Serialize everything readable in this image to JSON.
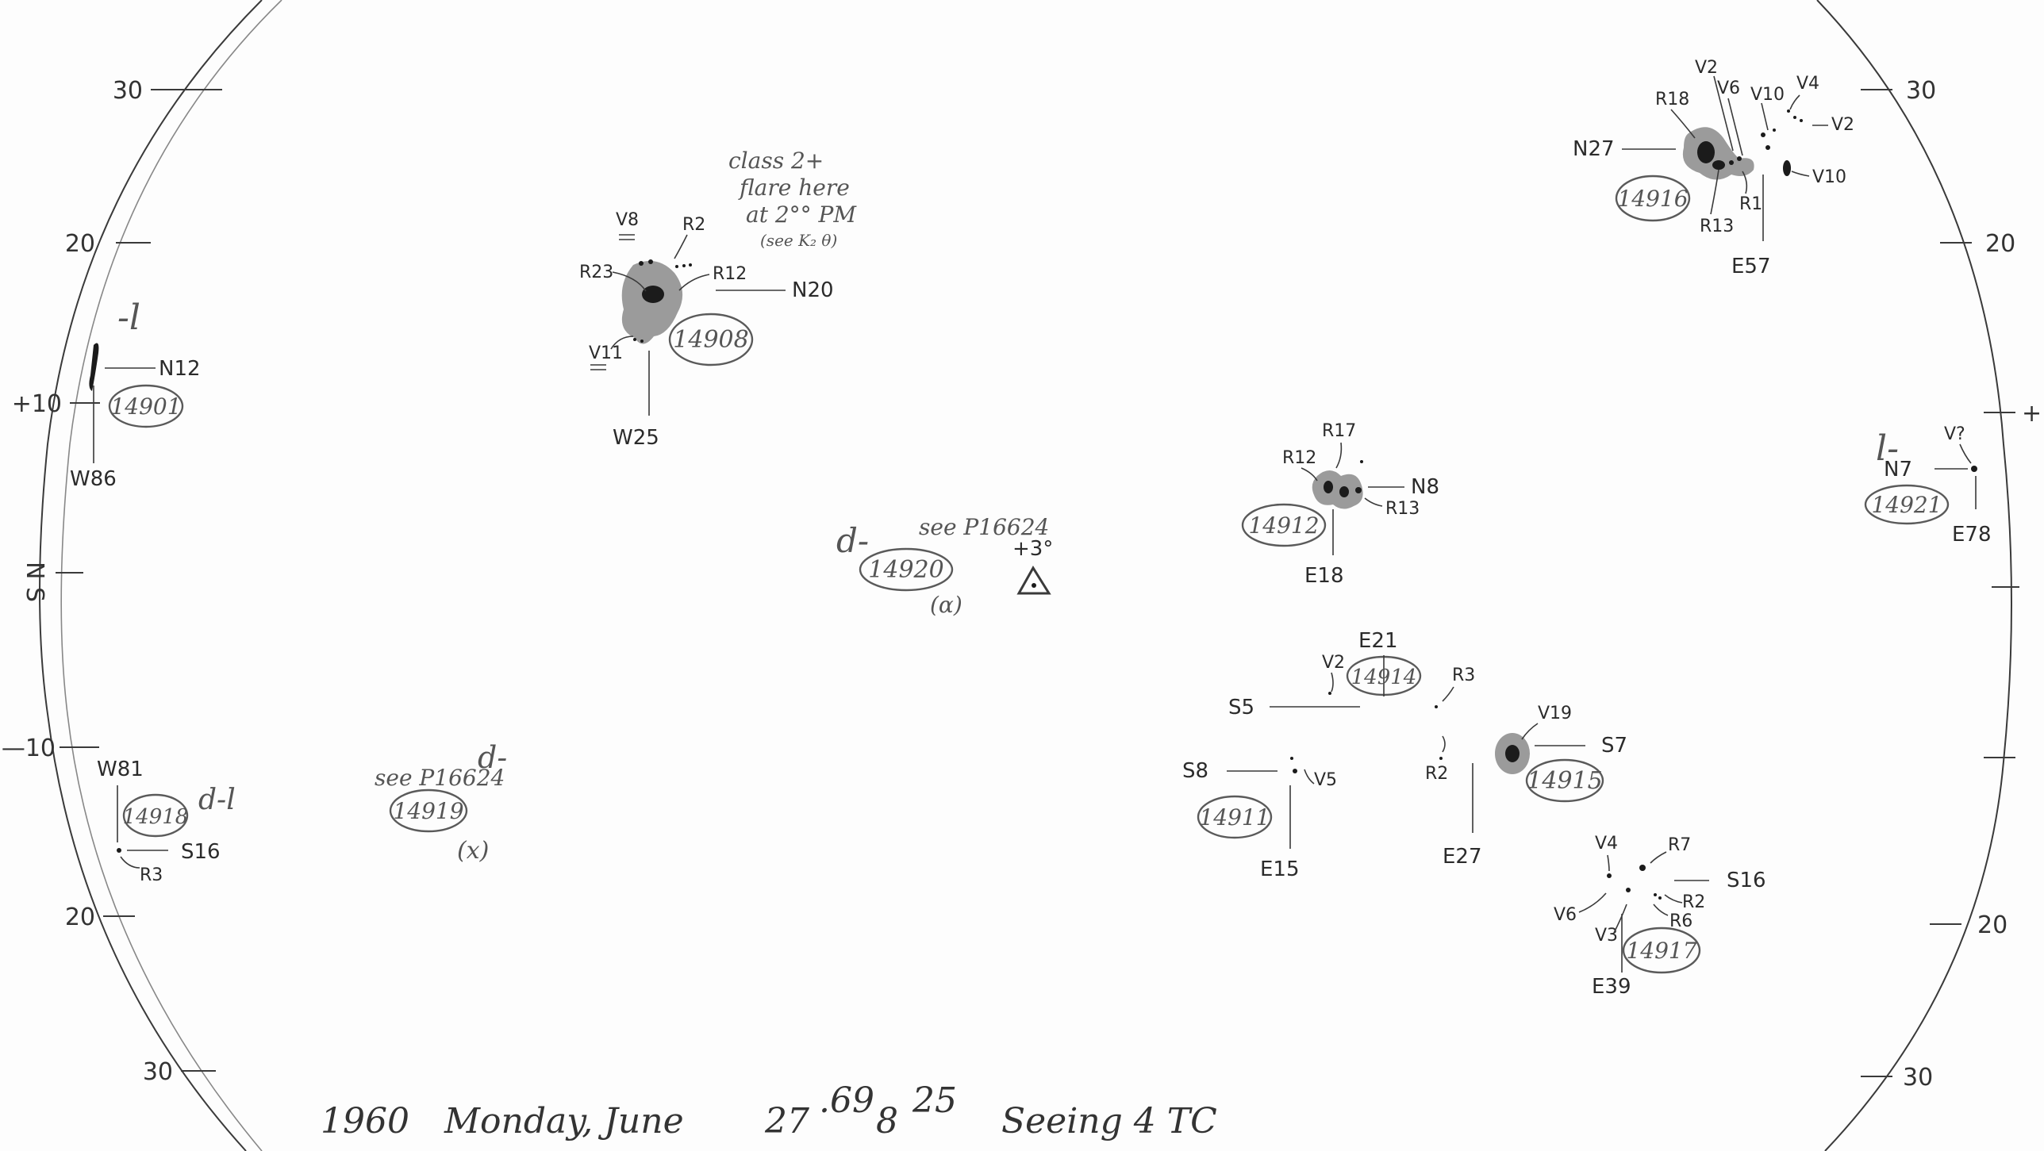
{
  "latitude_scale": {
    "left": [
      "30",
      "20",
      "+10",
      "N",
      "S",
      "—10",
      "20",
      "30"
    ],
    "right": [
      "30",
      "20",
      "+",
      "20",
      "30"
    ]
  },
  "regions": [
    {
      "number": "14901",
      "class": "-l",
      "lat": "N12",
      "lon": "W86"
    },
    {
      "number": "14908",
      "lat": "N20",
      "lon": "W25",
      "spots": [
        "V8",
        "R2",
        "R23",
        "R12",
        "V11"
      ]
    },
    {
      "number": "14916",
      "lat": "N27",
      "lon": "E57",
      "spots": [
        "V2",
        "R18",
        "V6",
        "V10",
        "V4",
        "V2",
        "V10",
        "R1",
        "R13"
      ]
    },
    {
      "number": "14921",
      "class": "l-",
      "lat": "N7",
      "lon": "E78",
      "spots": [
        "V?"
      ]
    },
    {
      "number": "14912",
      "lat": "N8",
      "lon": "E18",
      "spots": [
        "R17",
        "R12",
        "R13"
      ]
    },
    {
      "number": "14920",
      "class": "d-",
      "note": "see P16624",
      "mark": "(α)"
    },
    {
      "number": "14914",
      "lat": "S5",
      "lon": "E21",
      "spots": [
        "V2",
        "R3"
      ]
    },
    {
      "number": "14915",
      "lat": "S7",
      "lon": "E27",
      "spots": [
        "V19",
        "R2"
      ]
    },
    {
      "number": "14911",
      "lat": "S8",
      "lon": "E15",
      "spots": [
        "V5"
      ]
    },
    {
      "number": "14917",
      "lat": "S16",
      "lon": "E39",
      "spots": [
        "V4",
        "R7",
        "R2",
        "R6",
        "V6",
        "V3"
      ]
    },
    {
      "number": "14918",
      "class": "d-l",
      "lat": "S16",
      "lon": "W81",
      "spots": [
        "R3"
      ]
    },
    {
      "number": "14919",
      "class": "d-",
      "note": "see P16624",
      "mark": "(x)"
    }
  ],
  "flare_note": [
    "class 2+",
    "flare here",
    "at 2°° PM",
    "(see K₂ θ)"
  ],
  "orientation_mark": "+3°",
  "footer": {
    "year": "1960",
    "day": "Monday, June",
    "date": "27",
    "date_sup": ".69",
    "hour": "8",
    "minute_sup": "25",
    "seeing": "Seeing 4 TC"
  }
}
